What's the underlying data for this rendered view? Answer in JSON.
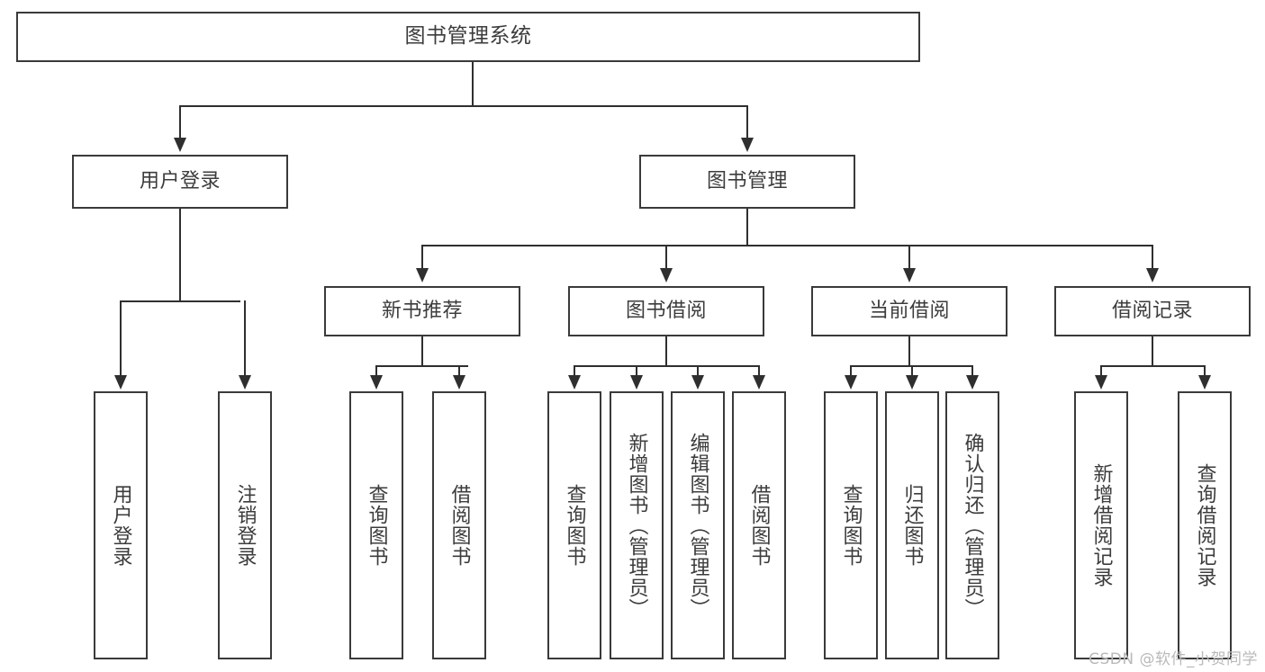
{
  "diagram": {
    "title": "图书管理系统",
    "type": "tree",
    "watermark": "CSDN @软件_小贺同学",
    "levels": {
      "root": "图书管理系统",
      "level2": [
        "用户登录",
        "图书管理"
      ],
      "level3": [
        "新书推荐",
        "图书借阅",
        "当前借阅",
        "借阅记录"
      ]
    },
    "nodes": {
      "root": {
        "label": "图书管理系统"
      },
      "user_login": {
        "label": "用户登录"
      },
      "book_manage": {
        "label": "图书管理"
      },
      "new_book_rec": {
        "label": "新书推荐"
      },
      "book_borrow": {
        "label": "图书借阅"
      },
      "current_borrow": {
        "label": "当前借阅"
      },
      "borrow_record": {
        "label": "借阅记录"
      }
    },
    "leaves": {
      "user_login": [
        {
          "label": "用户登录"
        },
        {
          "label": "注销登录"
        }
      ],
      "new_book_rec": [
        {
          "label": "查询图书"
        },
        {
          "label": "借阅图书"
        }
      ],
      "book_borrow": [
        {
          "label": "查询图书"
        },
        {
          "label": "新增图书（管理员）"
        },
        {
          "label": "编辑图书（管理员）"
        },
        {
          "label": "借阅图书"
        }
      ],
      "current_borrow": [
        {
          "label": "查询图书"
        },
        {
          "label": "归还图书"
        },
        {
          "label": "确认归还（管理员）"
        }
      ],
      "borrow_record": [
        {
          "label": "新增借阅记录"
        },
        {
          "label": "查询借阅记录"
        }
      ]
    },
    "colors": {
      "stroke": "#3a3a3a",
      "text": "#3c3c3c",
      "background": "#ffffff",
      "watermark": "#b9b9b9"
    }
  }
}
